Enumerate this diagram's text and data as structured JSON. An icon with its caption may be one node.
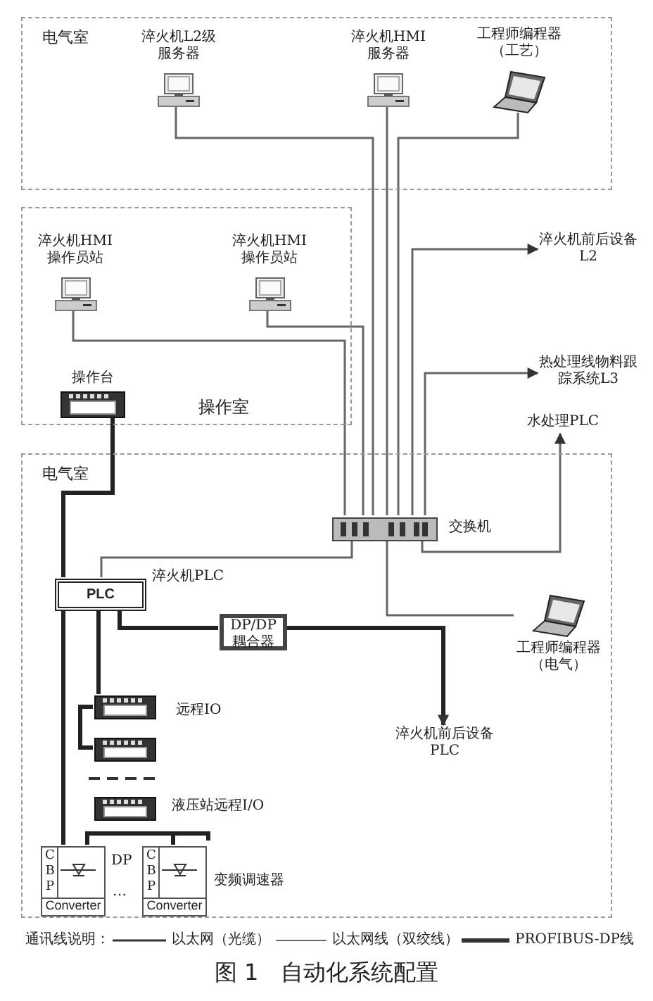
{
  "diagram": {
    "caption": "图 1　自动化系统配置",
    "nodes": [
      {
        "text": [
          "电气室"
        ]
      },
      {
        "text": [
          "淬火机L2级服务器"
        ],
        "in": 0
      },
      {
        "text": [
          "淬火机HMI服务器"
        ],
        "in": 0
      },
      {
        "text": [
          "工程师编程器（工艺）"
        ],
        "in": 0
      },
      {
        "text": [
          "操作室"
        ]
      },
      {
        "text": [
          "淬火机HMI操作员站"
        ],
        "in": 4
      },
      {
        "text": [
          "淬火机HMI操作员站"
        ],
        "in": 4
      },
      {
        "text": [
          "操作台"
        ],
        "in": 4
      },
      {
        "text": [
          "淬火机前后设备L2"
        ]
      },
      {
        "text": [
          "热处理线物料跟踪系统L3"
        ]
      },
      {
        "text": [
          "水处理PLC"
        ]
      },
      {
        "text": [
          "电气室"
        ]
      },
      {
        "text": [
          "交换机"
        ],
        "in": 11
      },
      {
        "text": [
          "PLC"
        ],
        "beside": [
          "淬火机PLC"
        ],
        "in": 11
      },
      {
        "text": [
          "DP/DP耦合器"
        ],
        "in": 11
      },
      {
        "text": [
          "工程师编程器（电气）"
        ],
        "in": 11
      },
      {
        "text": [
          "淬火机前后设备PLC"
        ],
        "in": 11
      },
      {
        "text": [],
        "shape": "box",
        "in": 11
      },
      {
        "text": [],
        "shape": "box",
        "in": 11
      },
      {
        "text": [],
        "shape": "box",
        "in": 11
      },
      {
        "text": [
          "C",
          "B",
          "P",
          "Converter"
        ],
        "in": 11
      },
      {
        "text": [
          "C",
          "B",
          "P",
          "Converter"
        ],
        "beside": [
          "变频调速器"
        ],
        "in": 11
      }
    ],
    "edges": [
      {
        "from": 1,
        "to": 12,
        "arrow": "none"
      },
      {
        "from": 2,
        "to": 12,
        "arrow": "none"
      },
      {
        "from": 3,
        "to": 12,
        "arrow": "none"
      },
      {
        "from": 5,
        "to": 12,
        "arrow": "none"
      },
      {
        "from": 6,
        "to": 12,
        "arrow": "none"
      },
      {
        "from": 7,
        "to": 13,
        "arrow": "none",
        "style": "thick"
      },
      {
        "from": 12,
        "to": 8,
        "arrow": "to"
      },
      {
        "from": 12,
        "to": 9,
        "arrow": "to"
      },
      {
        "from": 12,
        "to": 10,
        "arrow": "to"
      },
      {
        "from": 12,
        "to": 13,
        "arrow": "none"
      },
      {
        "from": 12,
        "to": 15,
        "arrow": "none"
      },
      {
        "from": 13,
        "to": 14,
        "arrow": "none",
        "style": "thick"
      },
      {
        "from": 14,
        "to": 16,
        "arrow": "to",
        "style": "thick"
      },
      {
        "from": 13,
        "to": 17,
        "arrow": "none",
        "style": "thick"
      },
      {
        "from": 17,
        "to": 18,
        "arrow": "none",
        "style": "thick"
      },
      {
        "from": 13,
        "to": 20,
        "arrow": "none",
        "style": "thick"
      },
      {
        "from": 20,
        "to": 21,
        "arrow": "none",
        "style": "thick"
      }
    ],
    "labels": [
      "远程IO",
      "液压站远程I/O",
      "DP",
      "…",
      "通讯线说明："
    ],
    "legend": [
      {
        "text": "以太网（光缆）"
      },
      {
        "text": "以太网线（双绞线）"
      },
      {
        "text": "PROFIBUS-DP线"
      }
    ]
  }
}
